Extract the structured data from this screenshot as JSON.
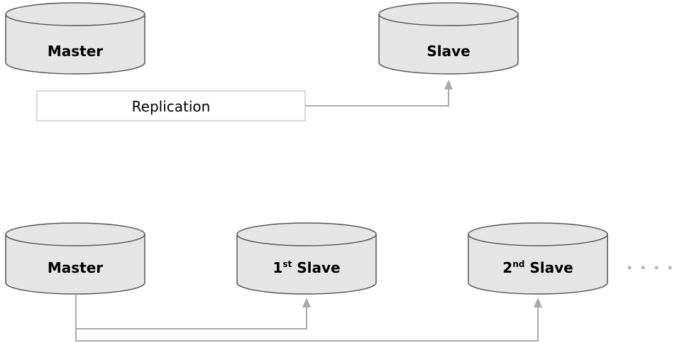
{
  "top_diagram": {
    "master_label": "Master",
    "slave_label": "Slave",
    "replication_label": "Replication"
  },
  "bottom_diagram": {
    "master_label": "Master",
    "slave1": {
      "num": "1",
      "sup": "st",
      "word": " Slave"
    },
    "slave2": {
      "num": "2",
      "sup": "nd",
      "word": " Slave"
    }
  },
  "colors": {
    "cylinder_fill": "#e6e6e6",
    "cylinder_stroke": "#555555",
    "connector": "#aaaaaa"
  }
}
